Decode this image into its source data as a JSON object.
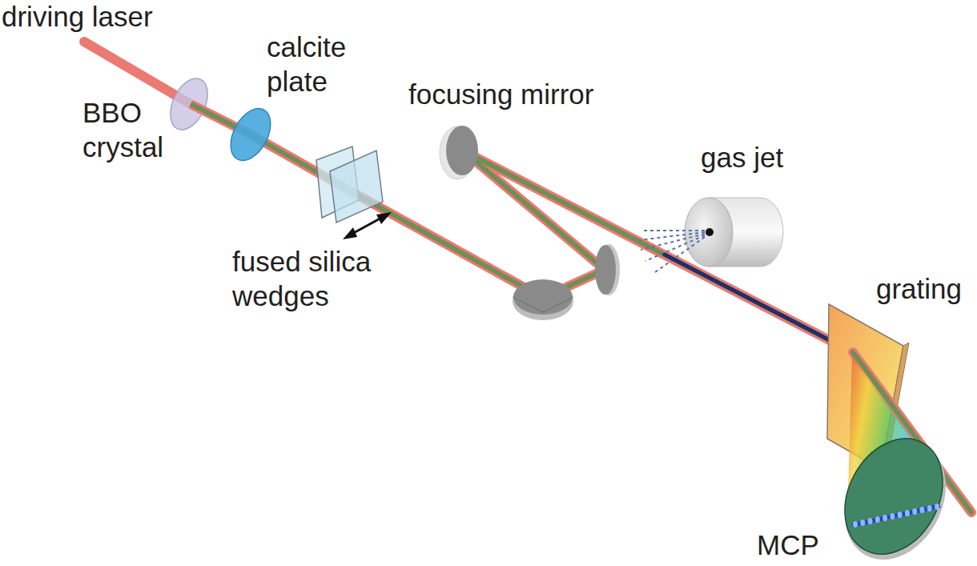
{
  "diagram": {
    "labels": [
      "driving laser",
      "BBO crystal",
      "calcite plate",
      "focusing mirror",
      "fused silica wedges",
      "gas jet",
      "grating",
      "MCP"
    ]
  }
}
